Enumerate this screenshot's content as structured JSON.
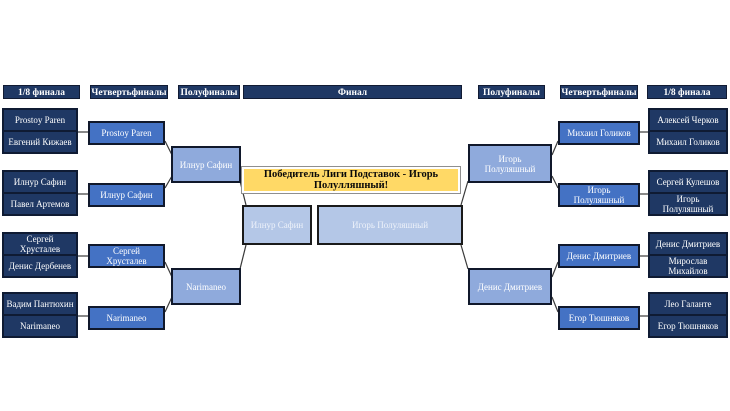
{
  "banner": {
    "text": "Победитель Лиги Подставок - Игорь Полулляшный!",
    "bg_color": "#FFD966",
    "text_color": "#000000"
  },
  "headers": [
    {
      "label": "1/8 финала"
    },
    {
      "label": "Четвертьфиналы"
    },
    {
      "label": "Полуфиналы"
    },
    {
      "label": "Финал"
    },
    {
      "label": "Полуфиналы"
    },
    {
      "label": "Четвертьфиналы"
    },
    {
      "label": "1/8 финала"
    }
  ],
  "bracket": {
    "left": {
      "r16": [
        {
          "p1": "Prostoy Paren",
          "p2": "Евгений Кижаев"
        },
        {
          "p1": "Илнур Сафин",
          "p2": "Павел Артемов"
        },
        {
          "p1": "Сергей Хрусталев",
          "p2": "Денис Дербенев"
        },
        {
          "p1": "Вадим Пантюхин",
          "p2": "Narimaneo"
        }
      ],
      "qf": [
        "Prostoy Paren",
        "Илнур Сафин",
        "Сергей Хрусталев",
        "Narimaneo"
      ],
      "sf": [
        "Илнур Сафин",
        "Narimaneo"
      ]
    },
    "final": {
      "left": "Илнур Сафин",
      "right": "Игорь Полуляшный"
    },
    "right": {
      "sf": [
        "Игорь Полуляшный",
        "Денис Дмитриев"
      ],
      "qf": [
        "Михаил Голиков",
        "Игорь Полуляшный",
        "Денис Дмитриев",
        "Егор Тюшняков"
      ],
      "r16": [
        {
          "p1": "Алексей Черков",
          "p2": "Михаил Голиков"
        },
        {
          "p1": "Сергей Кулешов",
          "p2": "Игорь Полуляшный"
        },
        {
          "p1": "Денис Дмитриев",
          "p2": "Мирослав Михайлов"
        },
        {
          "p1": "Лео Галанте",
          "p2": "Егор Тюшняков"
        }
      ]
    }
  },
  "colors": {
    "header_bg": "#1F3864",
    "r16_bg": "#1F3864",
    "qf_bg": "#4472C4",
    "sf_bg": "#8FAADC",
    "final_bg": "#B4C7E7",
    "banner_bg": "#FFD966",
    "line": "#3a3a3a"
  }
}
